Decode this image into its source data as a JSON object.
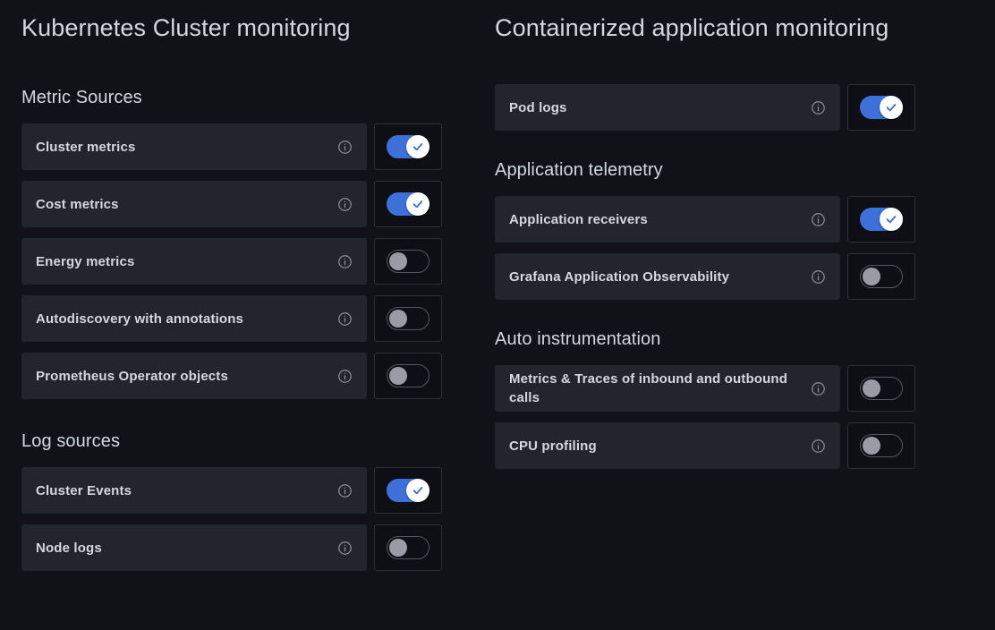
{
  "theme": {
    "background": "#111217",
    "row_background": "#22252b",
    "toggle_box_background": "#0e0f14",
    "toggle_box_border": "#2e3036",
    "accent_on": "#3d71d9",
    "knob_off": "#9a9ba5",
    "knob_on": "#ffffff",
    "text_primary": "#d5d7e0",
    "icon_muted": "#8e8fa0"
  },
  "left_column": {
    "title": "Kubernetes Cluster monitoring",
    "sections": [
      {
        "title": "Metric Sources",
        "rows": [
          {
            "label": "Cluster metrics",
            "info_icon": "info-icon",
            "toggle": "on"
          },
          {
            "label": "Cost metrics",
            "info_icon": "info-icon",
            "toggle": "on"
          },
          {
            "label": "Energy metrics",
            "info_icon": "info-icon",
            "toggle": "off"
          },
          {
            "label": "Autodiscovery with annotations",
            "info_icon": "info-icon",
            "toggle": "off"
          },
          {
            "label": "Prometheus Operator objects",
            "info_icon": "info-icon",
            "toggle": "off"
          }
        ]
      },
      {
        "title": "Log sources",
        "rows": [
          {
            "label": "Cluster Events",
            "info_icon": "info-icon",
            "toggle": "on"
          },
          {
            "label": "Node logs",
            "info_icon": "info-icon",
            "toggle": "off"
          }
        ]
      }
    ]
  },
  "right_column": {
    "title": "Containerized application monitoring",
    "sections": [
      {
        "title": "",
        "rows": [
          {
            "label": "Pod logs",
            "info_icon": "info-icon",
            "toggle": "on"
          }
        ]
      },
      {
        "title": "Application telemetry",
        "rows": [
          {
            "label": "Application receivers",
            "info_icon": "info-icon",
            "toggle": "on"
          },
          {
            "label": "Grafana Application Observability",
            "info_icon": "info-icon",
            "toggle": "off"
          }
        ]
      },
      {
        "title": "Auto instrumentation",
        "rows": [
          {
            "label": "Metrics & Traces of inbound and outbound calls",
            "info_icon": "info-icon",
            "toggle": "off"
          },
          {
            "label": "CPU profiling",
            "info_icon": "info-icon",
            "toggle": "off"
          }
        ]
      }
    ]
  }
}
